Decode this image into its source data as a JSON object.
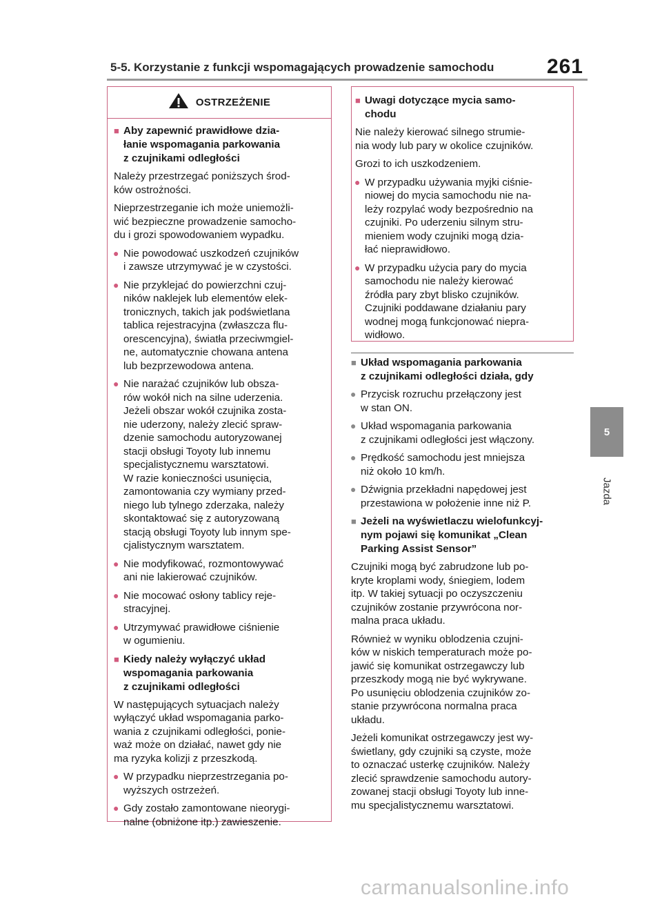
{
  "header": {
    "title": "5-5. Korzystanie z funkcji wspomagających prowadzenie samochodu",
    "page_number": "261"
  },
  "side_tab": {
    "number": "5",
    "label": "Jazda"
  },
  "warning": {
    "title": "OSTRZEŻENIE",
    "icon": "warning-triangle-icon",
    "sections": [
      {
        "heading": [
          "Aby zapewnić prawidłowe dzia-",
          "łanie wspomagania parkowania",
          "z czujnikami odległości"
        ],
        "paragraphs": [
          [
            "Należy przestrzegać poniższych środ-",
            "ków ostrożności."
          ],
          [
            "Nieprzestrzeganie ich może uniemożli-",
            "wić bezpieczne prowadzenie samocho-",
            "du i grozi spowodowaniem wypadku."
          ]
        ],
        "bullets": [
          [
            "Nie powodować uszkodzeń czujników",
            "i zawsze utrzymywać je w czystości."
          ],
          [
            "Nie przyklejać do powierzchni czuj-",
            "ników naklejek lub elementów elek-",
            "tronicznych, takich jak podświetlana",
            "tablica rejestracyjna (zwłaszcza flu-",
            "orescencyjna), światła przeciwmgiel-",
            "ne, automatycznie chowana antena",
            "lub bezprzewodowa antena."
          ],
          [
            "Nie narażać czujników lub obsza-",
            "rów wokół nich na silne uderzenia.",
            "Jeżeli obszar wokół czujnika zosta-",
            "nie uderzony, należy zlecić spraw-",
            "dzenie samochodu autoryzowanej",
            "stacji obsługi Toyoty lub innemu",
            "specjalistycznemu warsztatowi.",
            "W razie konieczności usunięcia,",
            "zamontowania czy wymiany przed-",
            "niego lub tylnego zderzaka, należy",
            "skontaktować się z autoryzowaną",
            "stacją obsługi Toyoty lub innym spe-",
            "cjalistycznym warsztatem."
          ],
          [
            "Nie modyfikować, rozmontowywać",
            "ani nie lakierować czujników."
          ],
          [
            "Nie mocować osłony tablicy reje-",
            "stracyjnej."
          ],
          [
            "Utrzymywać prawidłowe ciśnienie",
            "w ogumieniu."
          ]
        ]
      },
      {
        "heading": [
          "Kiedy należy wyłączyć układ",
          "wspomagania parkowania",
          "z czujnikami odległości"
        ],
        "paragraphs": [
          [
            "W następujących sytuacjach należy",
            "wyłączyć układ wspomagania parko-",
            "wania z czujnikami odległości, ponie-",
            "waż może on działać, nawet gdy nie",
            "ma ryzyka kolizji z przeszkodą."
          ]
        ],
        "bullets": [
          [
            "W przypadku nieprzestrzegania po-",
            "wyższych ostrzeżeń."
          ],
          [
            "Gdy zostało zamontowane nieorygi-",
            "nalne (obniżone itp.) zawieszenie."
          ]
        ]
      }
    ]
  },
  "note": {
    "heading": [
      "Uwagi dotyczące mycia samo-",
      "chodu"
    ],
    "paragraphs": [
      [
        "Nie należy kierować silnego strumie-",
        "nia wody lub pary w okolice czujników."
      ],
      [
        "Grozi to ich uszkodzeniem."
      ]
    ],
    "bullets": [
      [
        "W przypadku używania myjki ciśnie-",
        "niowej do mycia samochodu nie na-",
        "leży rozpylać wody bezpośrednio na",
        "czujniki. Po uderzeniu silnym stru-",
        "mieniem wody czujniki mogą dzia-",
        "łać nieprawidłowo."
      ],
      [
        "W przypadku użycia pary do mycia",
        "samochodu nie należy kierować",
        "źródła pary zbyt blisko czujników.",
        "Czujniki poddawane działaniu pary",
        "wodnej mogą funkcjonować niepra-",
        "widłowo."
      ]
    ]
  },
  "right": {
    "section1": {
      "heading": [
        "Układ wspomagania parkowania",
        "z czujnikami odległości działa, gdy"
      ],
      "bullets": [
        [
          "Przycisk rozruchu przełączony jest",
          "w stan ON."
        ],
        [
          "Układ wspomagania parkowania",
          "z czujnikami odległości jest włączony."
        ],
        [
          "Prędkość samochodu jest mniejsza",
          "niż około 10 km/h."
        ],
        [
          "Dźwignia przekładni napędowej jest",
          "przestawiona w położenie inne niż P."
        ]
      ]
    },
    "section2": {
      "heading": [
        "Jeżeli na wyświetlaczu wielofunkcyj-",
        "nym pojawi się komunikat „Clean",
        "Parking Assist Sensor”"
      ],
      "paragraphs": [
        [
          "Czujniki mogą być zabrudzone lub po-",
          "kryte kroplami wody, śniegiem, lodem",
          "itp. W takiej sytuacji po oczyszczeniu",
          "czujników zostanie przywrócona nor-",
          "malna praca układu."
        ],
        [
          "Również w wyniku oblodzenia czujni-",
          "ków w niskich temperaturach może po-",
          "jawić się komunikat ostrzegawczy lub",
          "przeszkody mogą nie być wykrywane.",
          "Po usunięciu oblodzenia czujników zo-",
          "stanie przywrócona normalna praca",
          "układu."
        ],
        [
          "Jeżeli komunikat ostrzegawczy jest wy-",
          "świetlany, gdy czujniki są czyste, może",
          "to oznaczać usterkę czujników. Należy",
          "zlecić sprawdzenie samochodu autory-",
          "zowanej stacji obsługi Toyoty lub inne-",
          "mu specjalistycznemu warsztatowi."
        ]
      ]
    }
  },
  "watermark": "carmanualsonline.info"
}
